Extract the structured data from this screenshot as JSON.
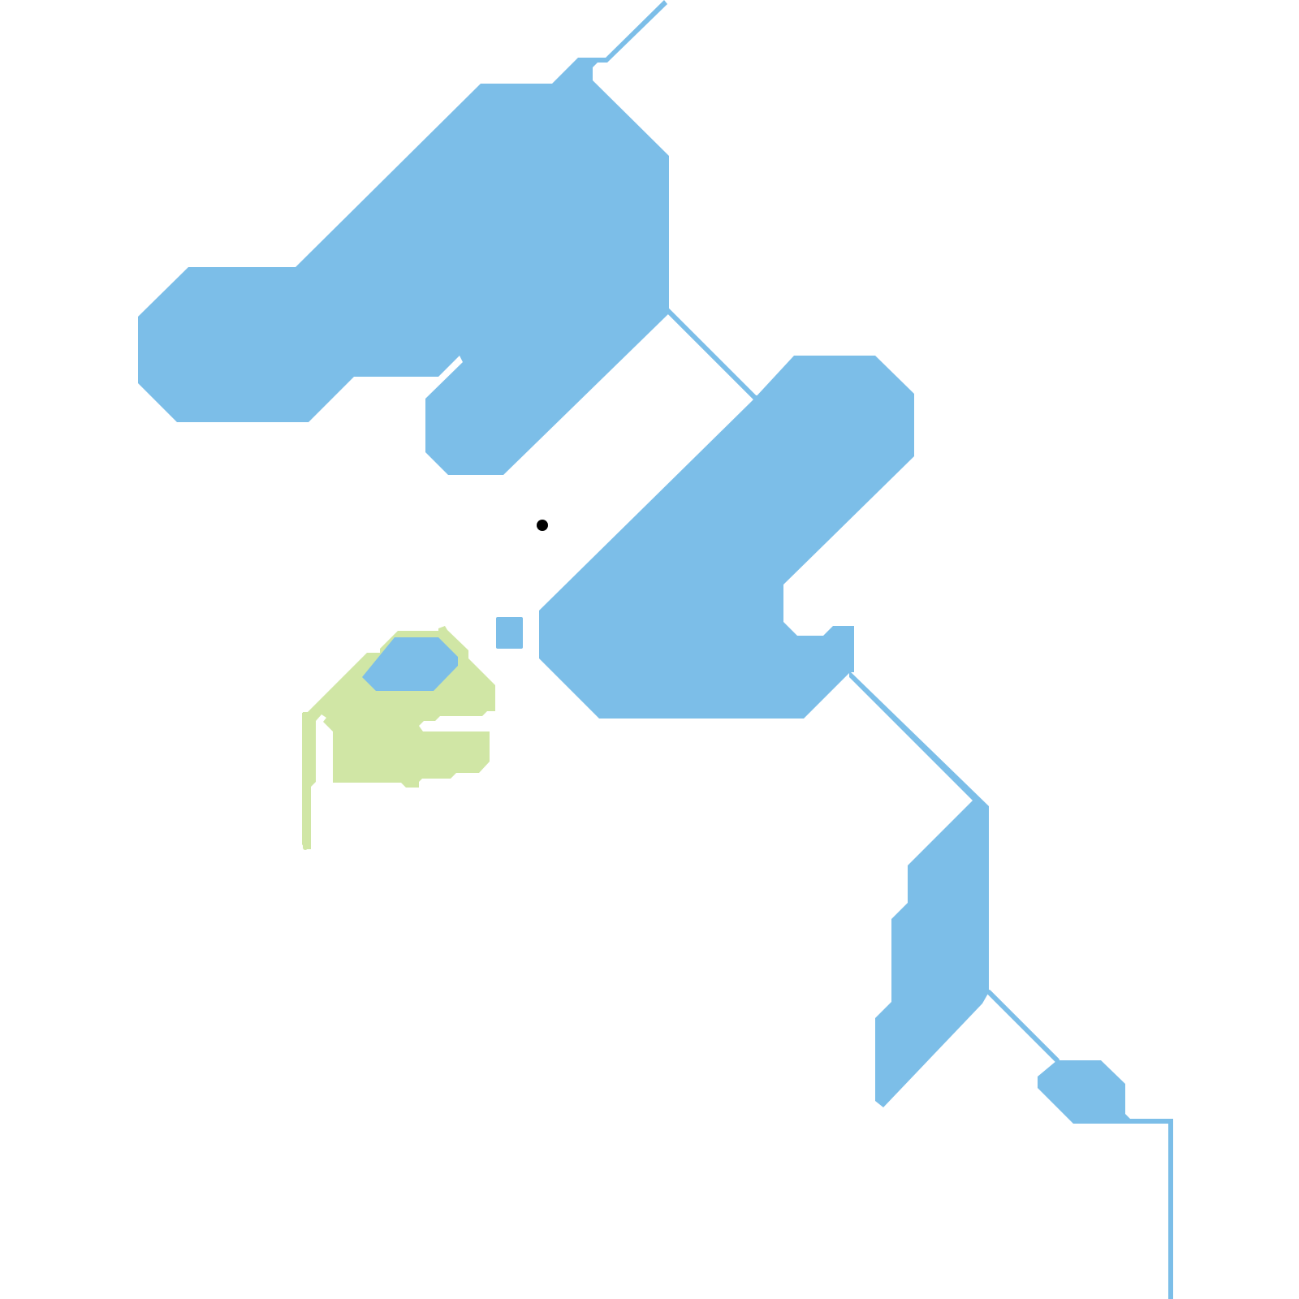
{
  "map": {
    "background": "#ffffff",
    "colors": {
      "water": "#7cbee8",
      "vegetation": "#d0e6a5",
      "marker": "#000000"
    },
    "features": [
      {
        "name": "north-lake",
        "kind": "water"
      },
      {
        "name": "central-lake",
        "kind": "water"
      },
      {
        "name": "south-lake",
        "kind": "water"
      },
      {
        "name": "southeast-pond",
        "kind": "water"
      },
      {
        "name": "small-pond",
        "kind": "water"
      },
      {
        "name": "marsh-pond",
        "kind": "water"
      },
      {
        "name": "marsh",
        "kind": "vegetation"
      },
      {
        "name": "location-marker",
        "kind": "marker"
      }
    ]
  }
}
